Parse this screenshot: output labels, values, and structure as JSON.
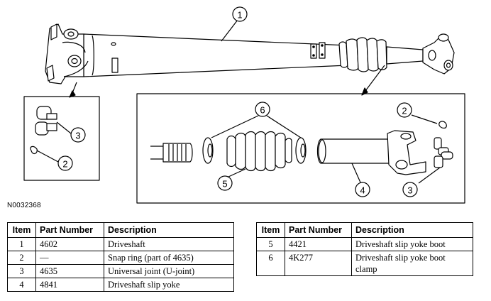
{
  "figure": {
    "code": "N0032368",
    "callouts": {
      "top_driveshaft": "1",
      "left_snap_ring": "2",
      "left_ujoint": "3",
      "right_snap_ring": "2",
      "right_ujoint": "3",
      "slip_yoke": "4",
      "boot": "5",
      "clamps": "6"
    }
  },
  "table_left": {
    "headers": [
      "Item",
      "Part Number",
      "Description"
    ],
    "rows": [
      {
        "item": "1",
        "part": "4602",
        "desc": "Driveshaft"
      },
      {
        "item": "2",
        "part": "—",
        "desc": "Snap ring (part of 4635)"
      },
      {
        "item": "3",
        "part": "4635",
        "desc": "Universal joint (U-joint)"
      },
      {
        "item": "4",
        "part": "4841",
        "desc": "Driveshaft slip yoke"
      }
    ]
  },
  "table_right": {
    "headers": [
      "Item",
      "Part Number",
      "Description"
    ],
    "rows": [
      {
        "item": "5",
        "part": "4421",
        "desc": "Driveshaft slip yoke boot"
      },
      {
        "item": "6",
        "part": "4K277",
        "desc": "Driveshaft slip yoke boot clamp"
      }
    ]
  }
}
